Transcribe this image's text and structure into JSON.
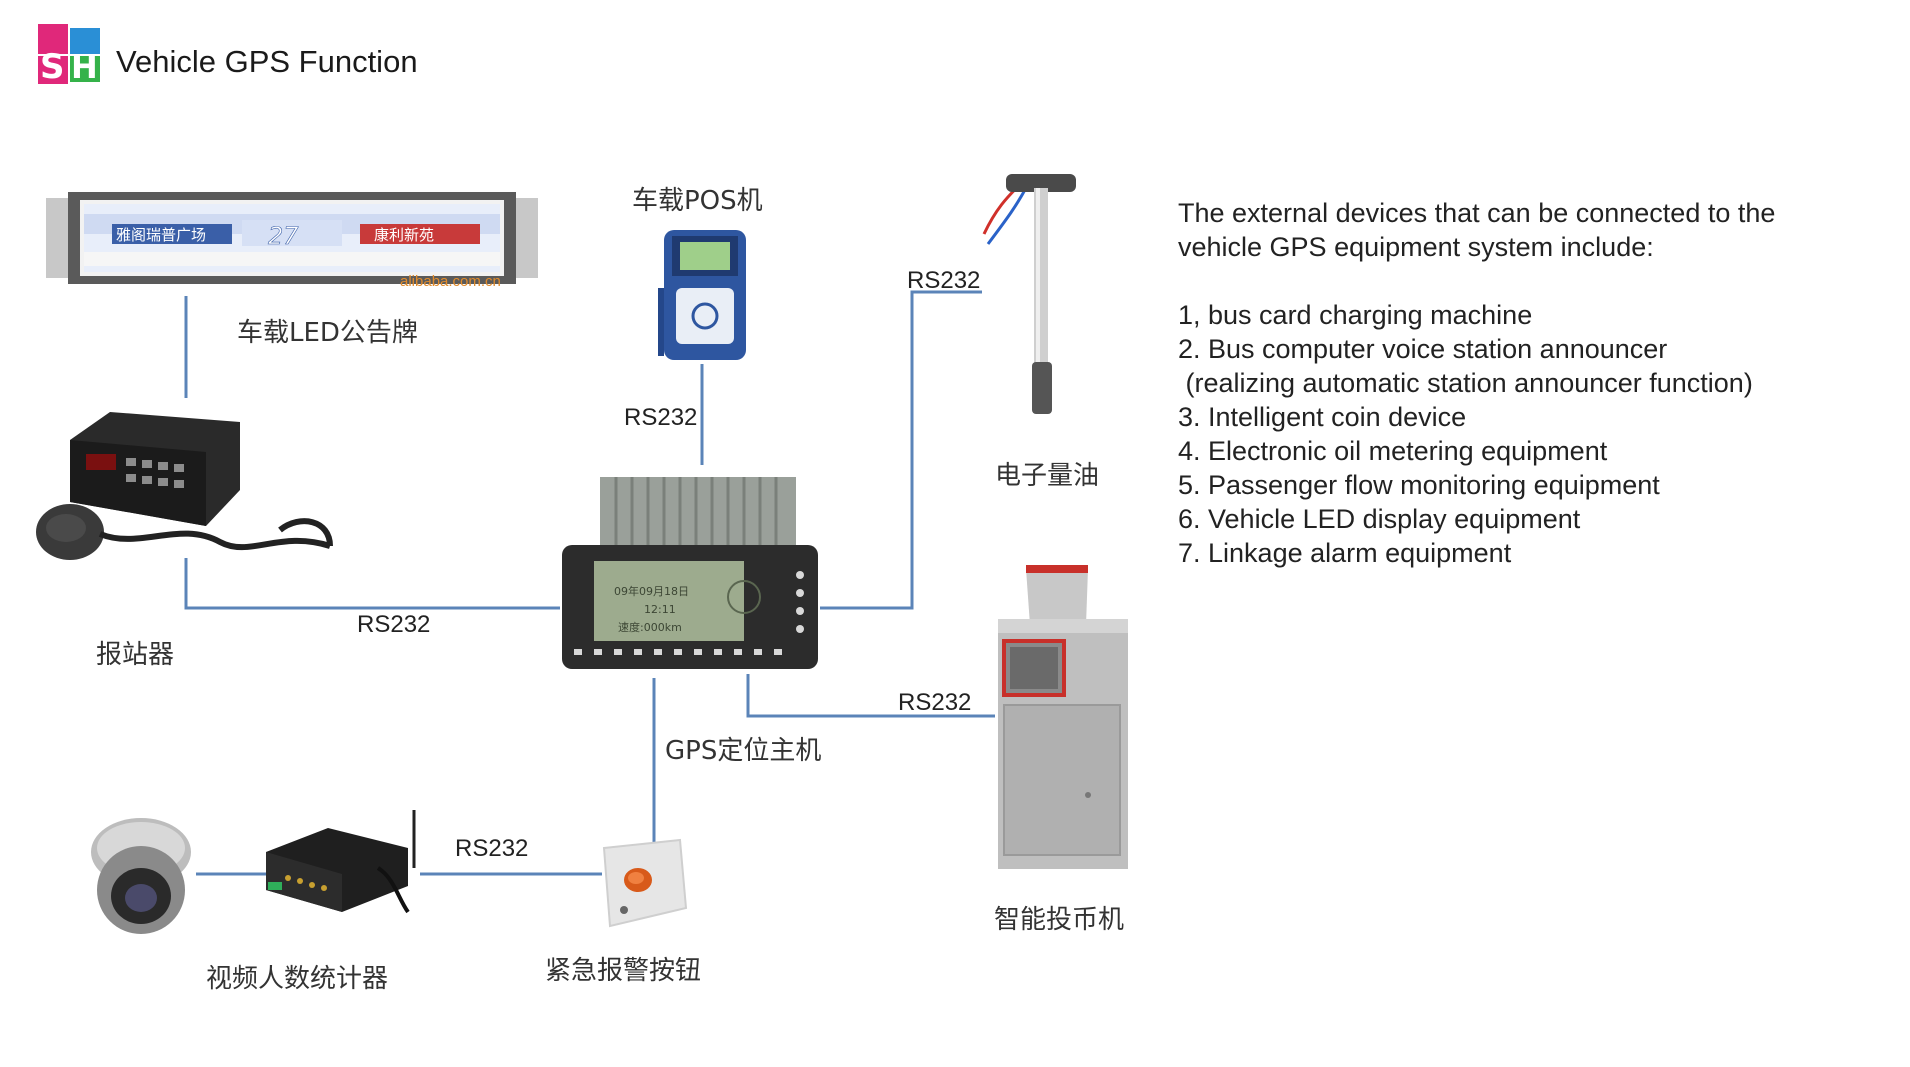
{
  "header": {
    "logo_text": "SH",
    "title": "Vehicle GPS Function"
  },
  "diagram": {
    "hub_label": "GPS定位主机",
    "hub_screen_lines": [
      "09年09月18日",
      "12:11",
      "速度:000km"
    ],
    "connection_label": "RS232",
    "devices": [
      {
        "label": "车载LED公告牌"
      },
      {
        "label": "车载POS机"
      },
      {
        "label": "电子量油"
      },
      {
        "label": "报站器"
      },
      {
        "label": "智能投币机"
      },
      {
        "label": "视频人数统计器"
      },
      {
        "label": "紧急报警按钮"
      }
    ],
    "led_sign_text": [
      "雅阁瑞普广场",
      "27",
      "康利新苑"
    ],
    "watermark": "alibaba.com.cn"
  },
  "description": {
    "intro_lines": [
      "The external devices that can be connected to the",
      "vehicle GPS equipment system include:"
    ],
    "items": [
      "1, bus card charging machine",
      "2. Bus computer voice station announcer",
      " (realizing automatic station announcer function)",
      "3. Intelligent coin device",
      "4. Electronic oil metering equipment",
      "5. Passenger flow monitoring equipment",
      "6. Vehicle LED display equipment",
      "7. Linkage alarm equipment"
    ]
  },
  "colors": {
    "connector": "#5b84b8",
    "logo_pink": "#e0287a",
    "logo_green": "#35b24a",
    "logo_blue": "#2a8fd6"
  }
}
